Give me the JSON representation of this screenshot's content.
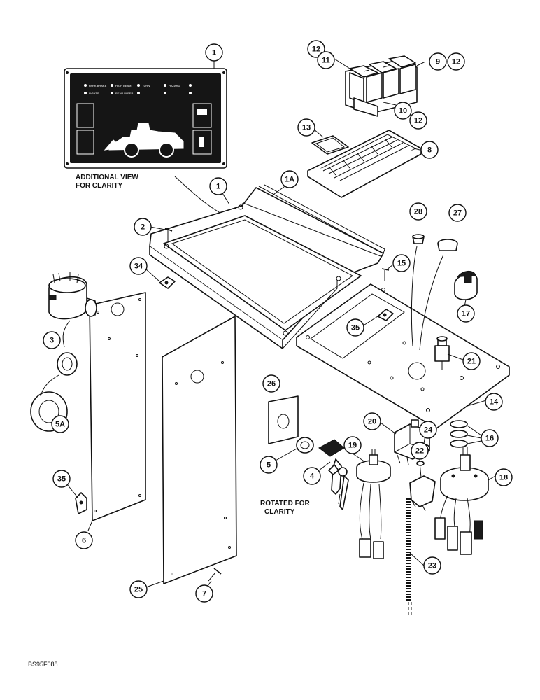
{
  "captions": {
    "additional_view": [
      "ADDITIONAL VIEW",
      "FOR CLARITY"
    ],
    "rotated": [
      "ROTATED FOR",
      "CLARITY"
    ]
  },
  "plate": {
    "indicator_labels": [
      "PARK BRAKE",
      "HIGH BEAM",
      "TURN",
      "HAZARD",
      "LIGHTS",
      "REAR WIPER"
    ]
  },
  "reference_code": "BS95F088",
  "callouts": [
    {
      "id": "c1a",
      "label": "1"
    },
    {
      "id": "c12a",
      "label": "12"
    },
    {
      "id": "c11",
      "label": "11"
    },
    {
      "id": "c9",
      "label": "9"
    },
    {
      "id": "c12b",
      "label": "12"
    },
    {
      "id": "c10",
      "label": "10"
    },
    {
      "id": "c12c",
      "label": "12"
    },
    {
      "id": "c13",
      "label": "13"
    },
    {
      "id": "c8",
      "label": "8"
    },
    {
      "id": "c1b",
      "label": "1"
    },
    {
      "id": "c1A",
      "label": "1A"
    },
    {
      "id": "c2",
      "label": "2"
    },
    {
      "id": "c28",
      "label": "28"
    },
    {
      "id": "c27",
      "label": "27"
    },
    {
      "id": "c15",
      "label": "15"
    },
    {
      "id": "c34",
      "label": "34"
    },
    {
      "id": "c17",
      "label": "17"
    },
    {
      "id": "c3",
      "label": "3"
    },
    {
      "id": "c35a",
      "label": "35"
    },
    {
      "id": "c21",
      "label": "21"
    },
    {
      "id": "c5A",
      "label": "5A"
    },
    {
      "id": "c26",
      "label": "26"
    },
    {
      "id": "c20",
      "label": "20"
    },
    {
      "id": "c14",
      "label": "14"
    },
    {
      "id": "c24",
      "label": "24"
    },
    {
      "id": "c16",
      "label": "16"
    },
    {
      "id": "c19",
      "label": "19"
    },
    {
      "id": "c22",
      "label": "22"
    },
    {
      "id": "c5",
      "label": "5"
    },
    {
      "id": "c18",
      "label": "18"
    },
    {
      "id": "c4",
      "label": "4"
    },
    {
      "id": "c35b",
      "label": "35"
    },
    {
      "id": "c6",
      "label": "6"
    },
    {
      "id": "c23",
      "label": "23"
    },
    {
      "id": "c25",
      "label": "25"
    },
    {
      "id": "c7",
      "label": "7"
    }
  ]
}
